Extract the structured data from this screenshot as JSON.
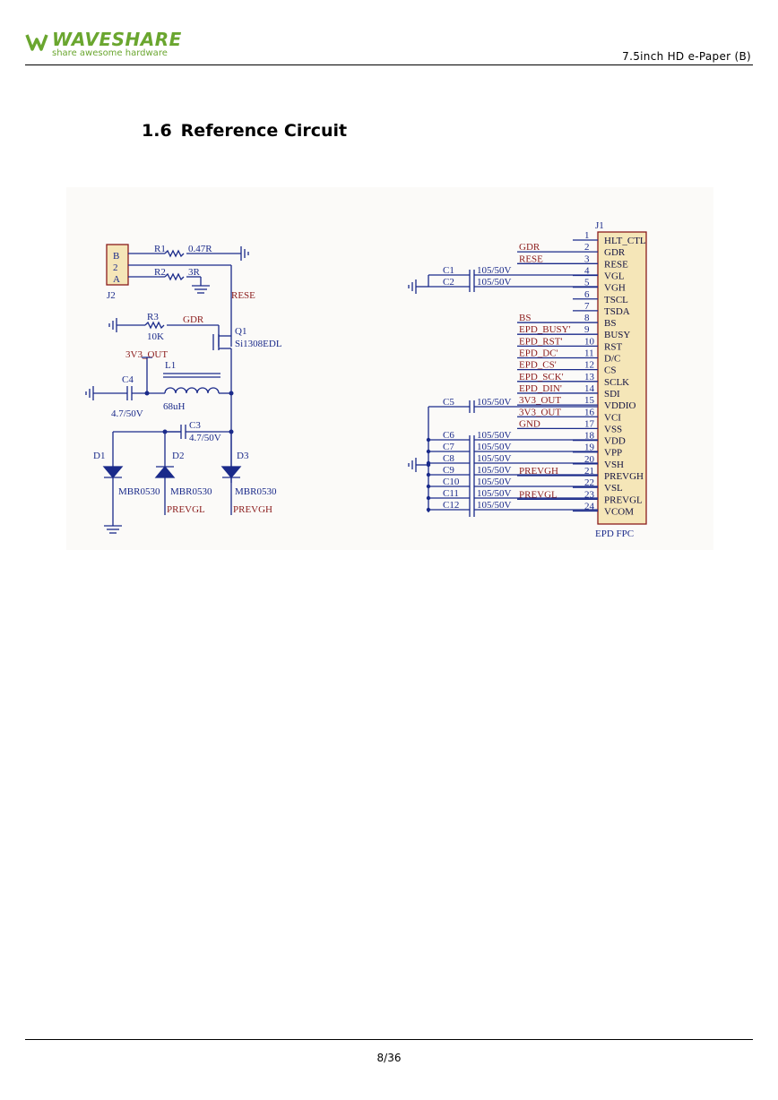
{
  "header": {
    "logo_word": "WAVESHARE",
    "logo_tagline": "share awesome hardware",
    "doc_title": "7.5inch HD e-Paper (B)"
  },
  "section": {
    "number": "1.6",
    "title": "Reference Circuit"
  },
  "schematic": {
    "left": {
      "j2_label": "J2",
      "j2_pins": [
        "B",
        "2",
        "A"
      ],
      "r1": "R1",
      "r1_value": "0.47R",
      "r2": "R2",
      "r2_value": "3R",
      "rese": "RESE",
      "r3": "R3",
      "r3_value": "10K",
      "gdr": "GDR",
      "q1": "Q1",
      "q1_part": "Si1308EDL",
      "net_3v3": "3V3_OUT",
      "l1": "L1",
      "l1_value": "68uH",
      "c4": "C4",
      "c4_value": "4.7/50V",
      "c3": "C3",
      "c3_value": "4.7/50V",
      "d1": "D1",
      "d2": "D2",
      "d3": "D3",
      "d_part": "MBR0530",
      "prevgl": "PREVGL",
      "prevgh": "PREVGH"
    },
    "right": {
      "j1_label": "J1",
      "fpc_label": "EPD FPC",
      "pins": [
        {
          "num": "1",
          "name": "HLT_CTL",
          "net": ""
        },
        {
          "num": "2",
          "name": "GDR",
          "net": "GDR"
        },
        {
          "num": "3",
          "name": "RESE",
          "net": "RESE"
        },
        {
          "num": "4",
          "name": "VGL",
          "net": ""
        },
        {
          "num": "5",
          "name": "VGH",
          "net": ""
        },
        {
          "num": "6",
          "name": "TSCL",
          "net": ""
        },
        {
          "num": "7",
          "name": "TSDA",
          "net": ""
        },
        {
          "num": "8",
          "name": "BS",
          "net": "BS"
        },
        {
          "num": "9",
          "name": "BUSY",
          "net": "EPD_BUSY'"
        },
        {
          "num": "10",
          "name": "RST",
          "net": "EPD_RST'"
        },
        {
          "num": "11",
          "name": "D/C",
          "net": "EPD_DC'"
        },
        {
          "num": "12",
          "name": "CS",
          "net": "EPD_CS'"
        },
        {
          "num": "13",
          "name": "SCLK",
          "net": "EPD_SCK'"
        },
        {
          "num": "14",
          "name": "SDI",
          "net": "EPD_DIN'"
        },
        {
          "num": "15",
          "name": "VDDIO",
          "net": "3V3_OUT"
        },
        {
          "num": "16",
          "name": "VCI",
          "net": "3V3_OUT"
        },
        {
          "num": "17",
          "name": "VSS",
          "net": "GND"
        },
        {
          "num": "18",
          "name": "VDD",
          "net": ""
        },
        {
          "num": "19",
          "name": "VPP",
          "net": ""
        },
        {
          "num": "20",
          "name": "VSH",
          "net": ""
        },
        {
          "num": "21",
          "name": "PREVGH",
          "net": "PREVGH"
        },
        {
          "num": "22",
          "name": "VSL",
          "net": ""
        },
        {
          "num": "23",
          "name": "PREVGL",
          "net": "PREVGL"
        },
        {
          "num": "24",
          "name": "VCOM",
          "net": ""
        }
      ],
      "caps": [
        {
          "ref": "C1",
          "value": "105/50V"
        },
        {
          "ref": "C2",
          "value": "105/50V"
        },
        {
          "ref": "C5",
          "value": "105/50V"
        },
        {
          "ref": "C6",
          "value": "105/50V"
        },
        {
          "ref": "C7",
          "value": "105/50V"
        },
        {
          "ref": "C8",
          "value": "105/50V"
        },
        {
          "ref": "C9",
          "value": "105/50V"
        },
        {
          "ref": "C10",
          "value": "105/50V"
        },
        {
          "ref": "C11",
          "value": "105/50V"
        },
        {
          "ref": "C12",
          "value": "105/50V"
        }
      ]
    }
  },
  "footer": {
    "page": "8/36"
  }
}
